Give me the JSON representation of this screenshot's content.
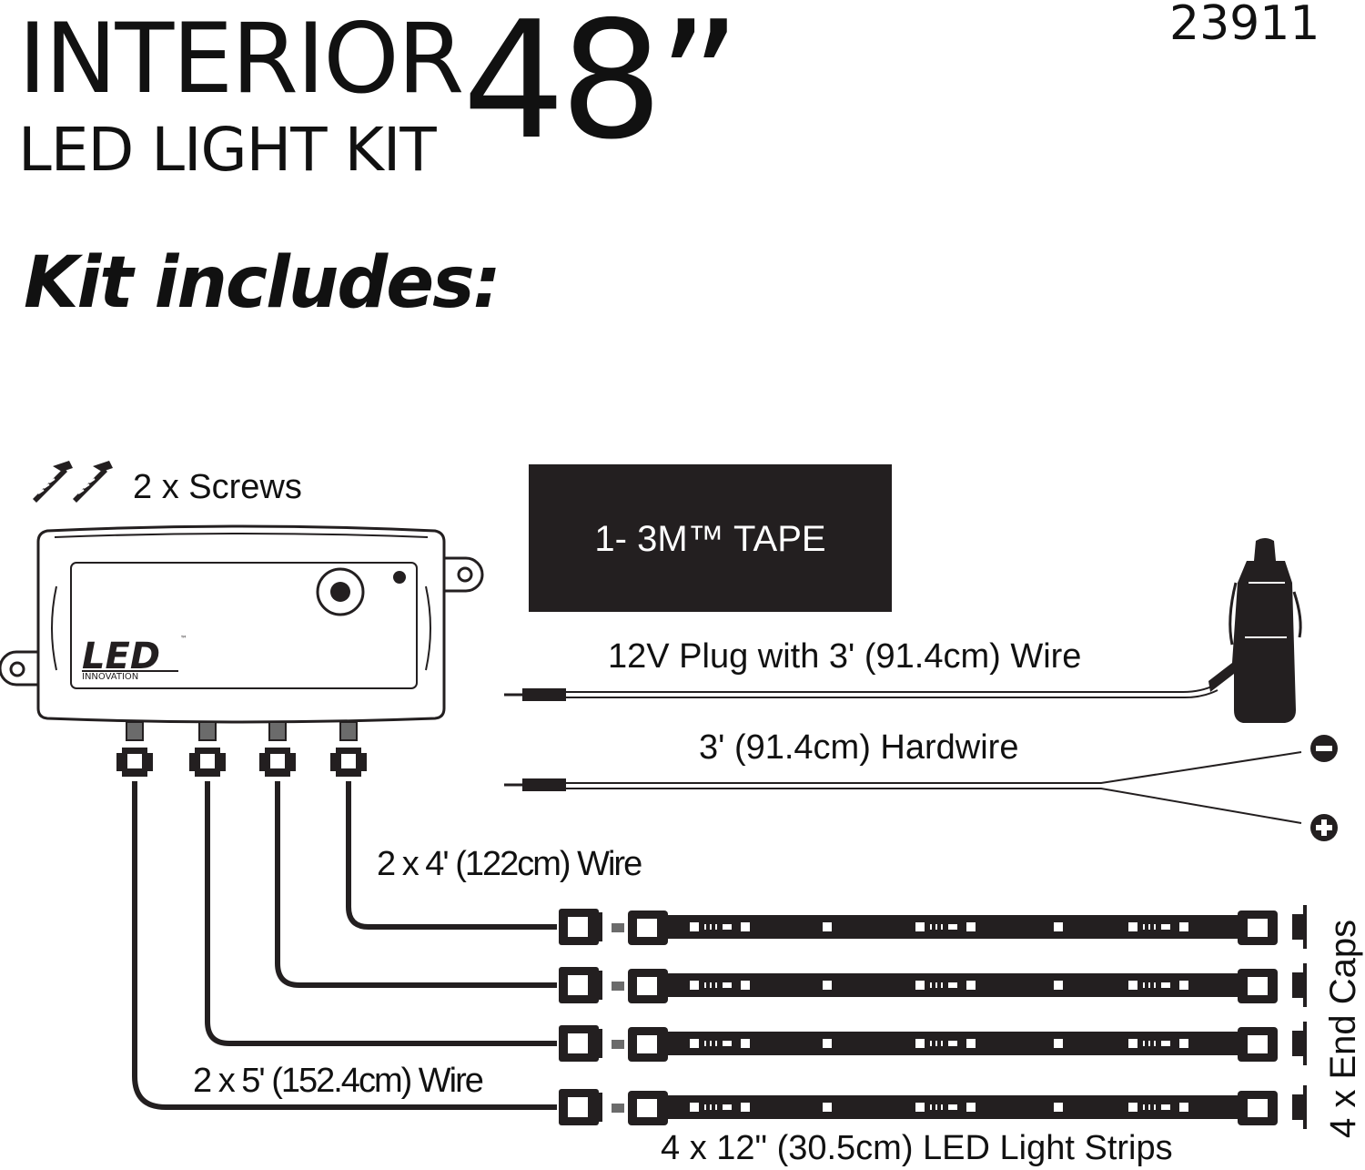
{
  "header": {
    "title_line1": "INTERIOR",
    "title_line2": "LED LIGHT KIT",
    "size": "48”",
    "part_number": "23911"
  },
  "kit_includes": "Kit includes:",
  "components": {
    "screws": "2 x Screws",
    "tape": "1- 3M™ TAPE",
    "plug_wire": "12V Plug with 3' (91.4cm) Wire",
    "hardwire": "3' (91.4cm) Hardwire",
    "wire_4ft": "2 x 4' (122cm) Wire",
    "wire_5ft": "2 x 5' (152.4cm) Wire",
    "strips": "4 x 12\" (30.5cm) LED Light Strips",
    "end_caps": "4 x End Caps"
  },
  "control_box": {
    "logo_main": "LED",
    "logo_sub": "INNOVATION",
    "logo_tm": "™"
  },
  "polarity": {
    "negative": "−",
    "positive": "+"
  },
  "icons": [
    "screw-icon",
    "cigarette-plug-icon",
    "negative-terminal-icon",
    "positive-terminal-icon",
    "connector-icon",
    "led-strip-icon",
    "end-cap-icon"
  ],
  "colors": {
    "ink": "#231f20",
    "background": "#ffffff"
  }
}
